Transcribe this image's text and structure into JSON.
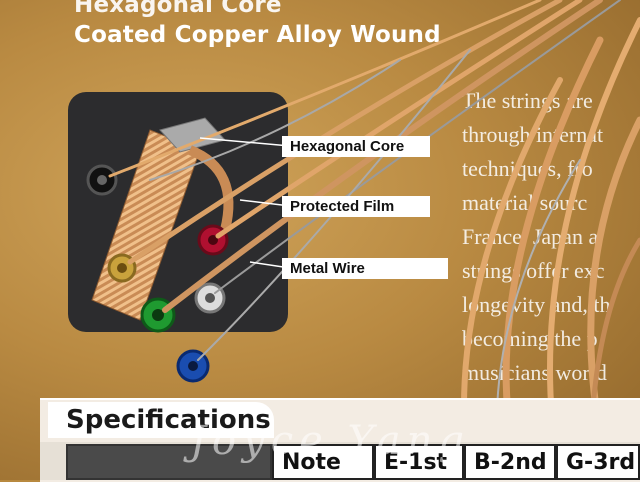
{
  "header": {
    "line1": "Hexagonal Core",
    "line2": "Coated Copper Alloy Wound"
  },
  "diagram_labels": {
    "core": "Hexagonal Core",
    "film": "Protected Film",
    "wire": "Metal Wire"
  },
  "body_lines": [
    "The strings are",
    "through internat",
    "techniques, fro",
    "material sourc",
    "France, Japan a",
    "strings offer exc",
    "longevity and, th",
    "becoming the p",
    "musicians world"
  ],
  "specs": {
    "title": "Specifications",
    "cells": [
      "",
      "Note",
      "E-1st",
      "B-2nd",
      "G-3rd"
    ]
  },
  "watermark": "Joyce Yang",
  "colors": {
    "background": "#b98a42",
    "panel": "#2c2c2e",
    "string_bronze": "#d9a066"
  }
}
